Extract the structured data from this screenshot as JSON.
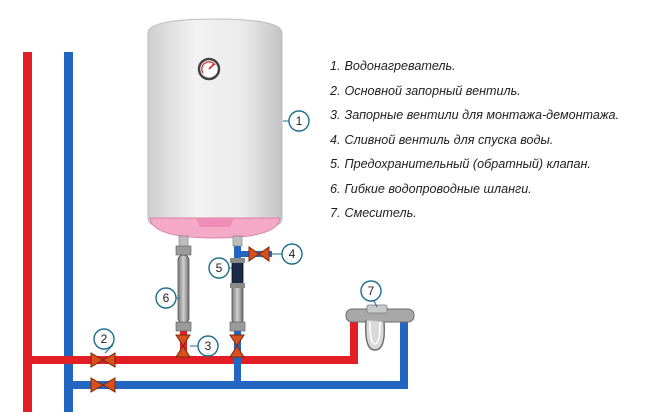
{
  "legend": [
    {
      "num": "1.",
      "text": "Водонагреватель."
    },
    {
      "num": "2.",
      "text": "Основной запорный вентиль."
    },
    {
      "num": "3.",
      "text": "Запорные вентили для монтажа-демонтажа."
    },
    {
      "num": "4.",
      "text": "Сливной вентиль для спуска воды."
    },
    {
      "num": "5.",
      "text": "Предохранительный (обратный) клапан."
    },
    {
      "num": "6.",
      "text": "Гибкие водопроводные шланги."
    },
    {
      "num": "7.",
      "text": "Смеситель."
    }
  ],
  "callouts": {
    "heater": "1",
    "main_valve": "2",
    "service_valve": "3",
    "drain_valve": "4",
    "check_valve": "5",
    "flex_hose": "6",
    "mixer": "7"
  },
  "colors": {
    "hot_pipe": "#e31e24",
    "cold_pipe": "#2266c2",
    "valve": "#d9501e",
    "tank_body": "#e6e6e6",
    "tank_bottom": "#f4a9c6",
    "callout_stroke": "#1b6d8e"
  }
}
